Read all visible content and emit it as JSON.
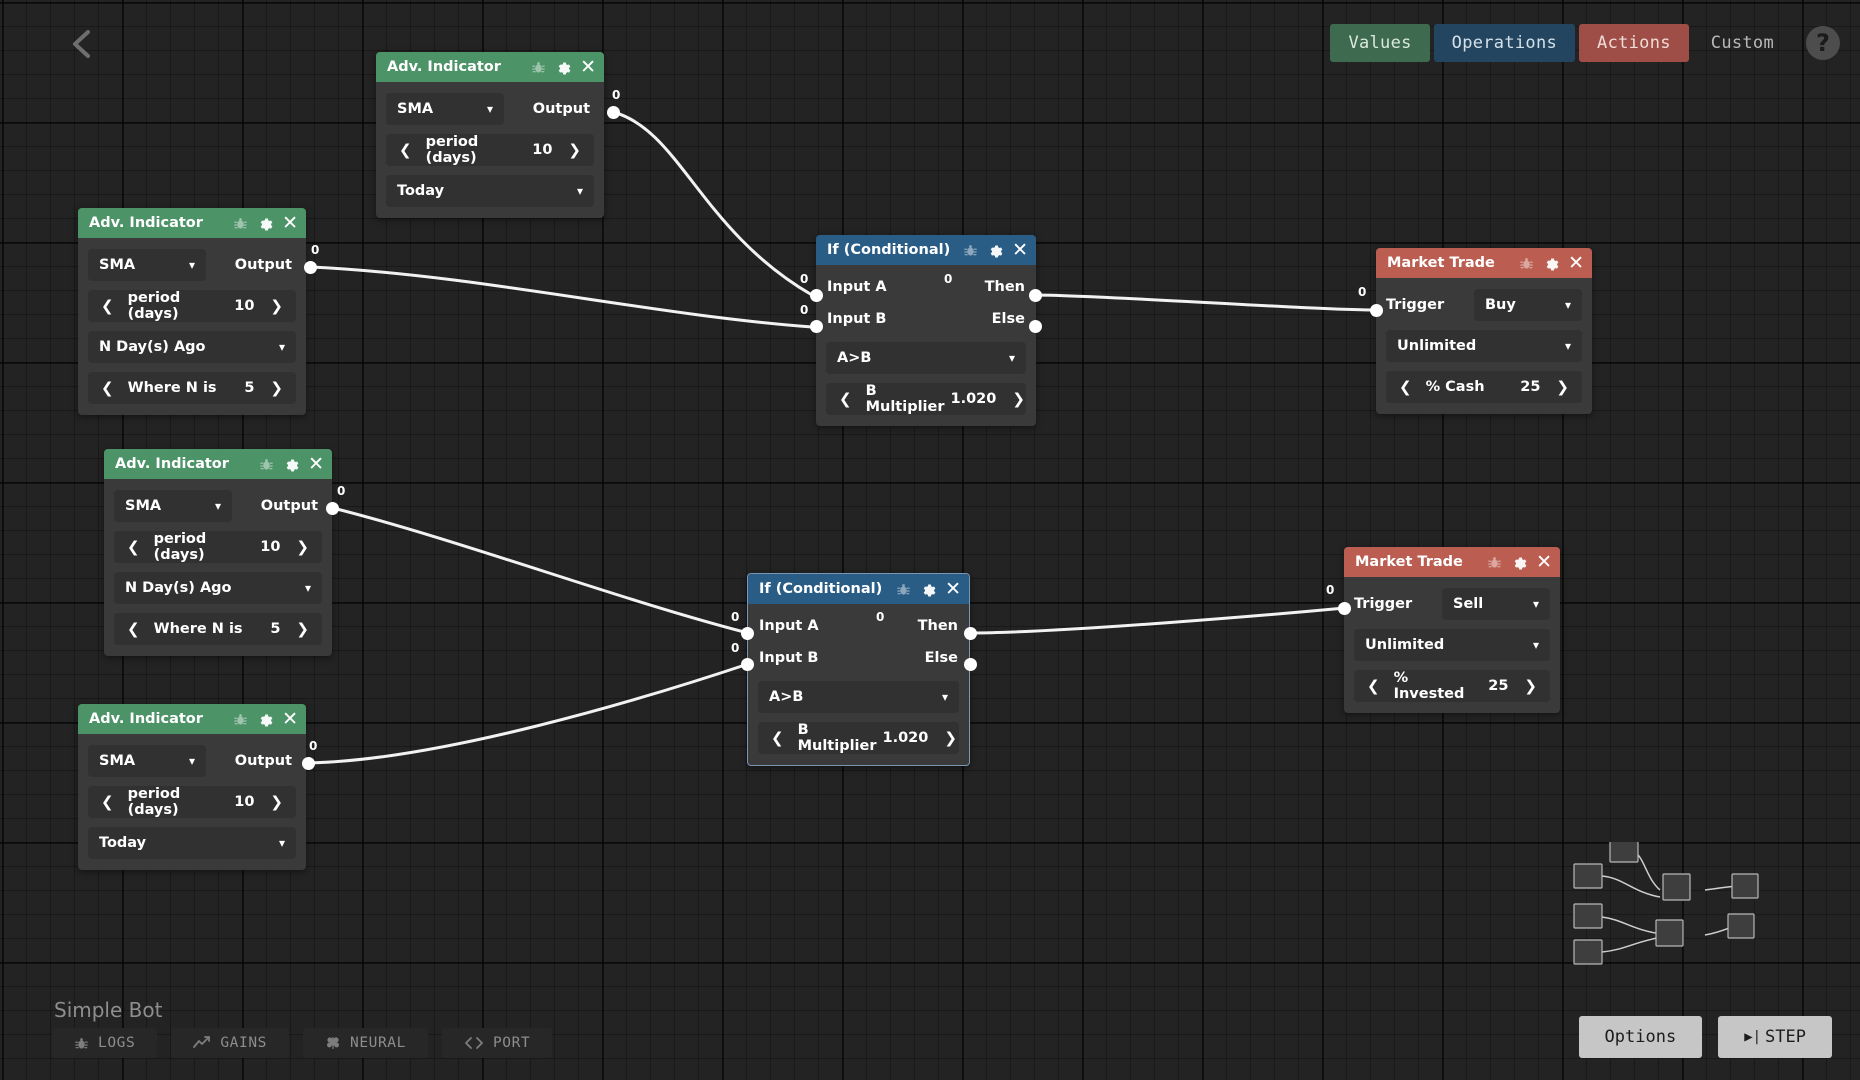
{
  "top_nav": {
    "tabs": [
      {
        "label": "Values",
        "key": "values"
      },
      {
        "label": "Operations",
        "key": "operations"
      },
      {
        "label": "Actions",
        "key": "actions"
      },
      {
        "label": "Custom",
        "key": "custom"
      }
    ],
    "help_label": "?",
    "back_icon": "chevron-left-icon",
    "colors": {
      "values": "#3e6b4f",
      "operations": "#24455f",
      "actions": "#9e4e46",
      "custom": "transparent"
    }
  },
  "nodes": {
    "adv_indicator_1": {
      "title": "Adv. Indicator",
      "type_value": "SMA",
      "output_label": "Output",
      "output_port_num": "0",
      "period_label": "period (days)",
      "period_value": "10",
      "when_value": "Today"
    },
    "adv_indicator_2": {
      "title": "Adv. Indicator",
      "type_value": "SMA",
      "output_label": "Output",
      "output_port_num": "0",
      "period_label": "period (days)",
      "period_value": "10",
      "when_value": "N Day(s) Ago",
      "n_label": "Where N is",
      "n_value": "5"
    },
    "adv_indicator_3": {
      "title": "Adv. Indicator",
      "type_value": "SMA",
      "output_label": "Output",
      "output_port_num": "0",
      "period_label": "period (days)",
      "period_value": "10",
      "when_value": "N Day(s) Ago",
      "n_label": "Where N is",
      "n_value": "5"
    },
    "adv_indicator_4": {
      "title": "Adv. Indicator",
      "type_value": "SMA",
      "output_label": "Output",
      "output_port_num": "0",
      "period_label": "period (days)",
      "period_value": "10",
      "when_value": "Today"
    },
    "if_conditional_1": {
      "title": "If (Conditional)",
      "input_a_label": "Input A",
      "input_b_label": "Input B",
      "then_label": "Then",
      "else_label": "Else",
      "input_a_port_num": "0",
      "input_b_port_num": "0",
      "then_port_num": "0",
      "comparison_value": "A>B",
      "multiplier_label": "B Multiplier",
      "multiplier_value": "1.020"
    },
    "if_conditional_2": {
      "title": "If (Conditional)",
      "input_a_label": "Input A",
      "input_b_label": "Input B",
      "then_label": "Then",
      "else_label": "Else",
      "input_a_port_num": "0",
      "input_b_port_num": "0",
      "then_port_num": "0",
      "comparison_value": "A>B",
      "multiplier_label": "B Multiplier",
      "multiplier_value": "1.020"
    },
    "market_trade_1": {
      "title": "Market Trade",
      "trigger_label": "Trigger",
      "trigger_port_num": "0",
      "action_value": "Buy",
      "amount_mode_value": "Unlimited",
      "pct_label": "% Cash",
      "pct_value": "25"
    },
    "market_trade_2": {
      "title": "Market Trade",
      "trigger_label": "Trigger",
      "trigger_port_num": "0",
      "action_value": "Sell",
      "amount_mode_value": "Unlimited",
      "pct_label": "% Invested",
      "pct_value": "25"
    }
  },
  "node_header_icons": {
    "bug": "bug-icon",
    "gear": "gear-icon",
    "close": "✕"
  },
  "bottom_bar": {
    "bot_name": "Simple Bot",
    "buttons": [
      {
        "label": "LOGS",
        "icon": "bug-icon"
      },
      {
        "label": "GAINS",
        "icon": "trend-up-icon"
      },
      {
        "label": "NEURAL",
        "icon": "brain-icon"
      },
      {
        "label": "PORT",
        "icon": "code-brackets-icon"
      }
    ]
  },
  "bottom_right": {
    "options_label": "Options",
    "step_label": "STEP",
    "step_icon": "▶|"
  },
  "theme": {
    "canvas_bg": "#232323",
    "node_bg": "#3a3a3a",
    "field_bg": "#313131",
    "green_header": "#4c9368",
    "blue_header": "#2a5d86",
    "red_header": "#bb5e51",
    "wire_color": "#f2f2f2"
  }
}
